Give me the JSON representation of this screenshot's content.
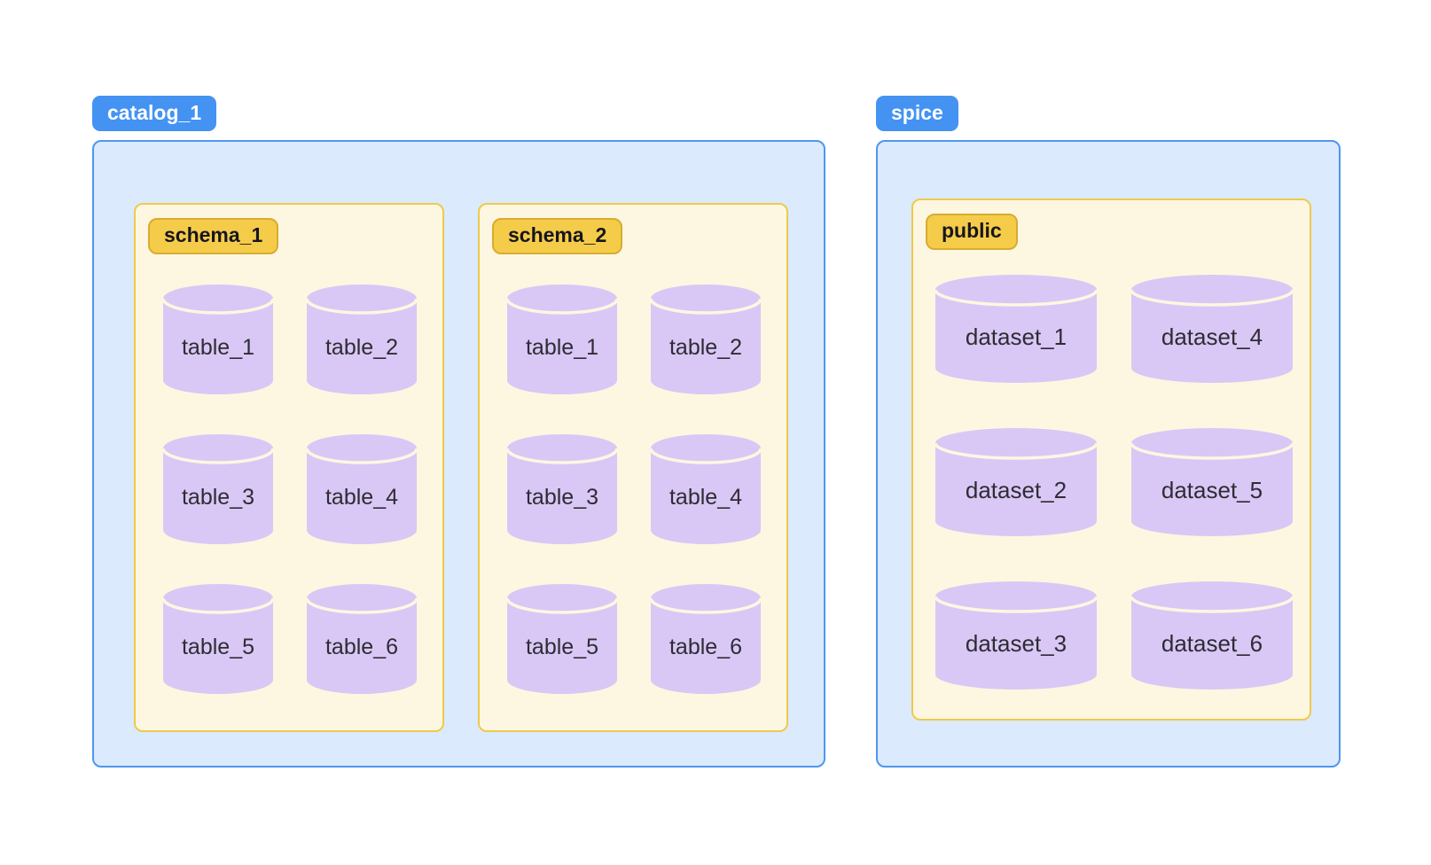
{
  "colors": {
    "page_bg": "#ffffff",
    "blue_badge_bg": "#4493f2",
    "blue_badge_text": "#ffffff",
    "blue_box_bg": "#dbeafc",
    "blue_box_border": "#4e97f0",
    "yellow_badge_bg": "#f5cc49",
    "yellow_badge_border": "#d8ab31",
    "yellow_badge_text": "#17151f",
    "cream_box_bg": "#fdf7e2",
    "cream_box_border": "#eeca4c",
    "cylinder_fill": "#d9c8f5",
    "cylinder_divider": "#fdf7e2",
    "cylinder_text": "#2e2c34"
  },
  "catalog": {
    "label": "catalog_1",
    "schemas": [
      {
        "label": "schema_1",
        "items": [
          "table_1",
          "table_2",
          "table_3",
          "table_4",
          "table_5",
          "table_6"
        ]
      },
      {
        "label": "schema_2",
        "items": [
          "table_1",
          "table_2",
          "table_3",
          "table_4",
          "table_5",
          "table_6"
        ]
      }
    ]
  },
  "spice": {
    "label": "spice",
    "schemas": [
      {
        "label": "public",
        "items": [
          "dataset_1",
          "dataset_4",
          "dataset_2",
          "dataset_5",
          "dataset_3",
          "dataset_6"
        ]
      }
    ]
  }
}
